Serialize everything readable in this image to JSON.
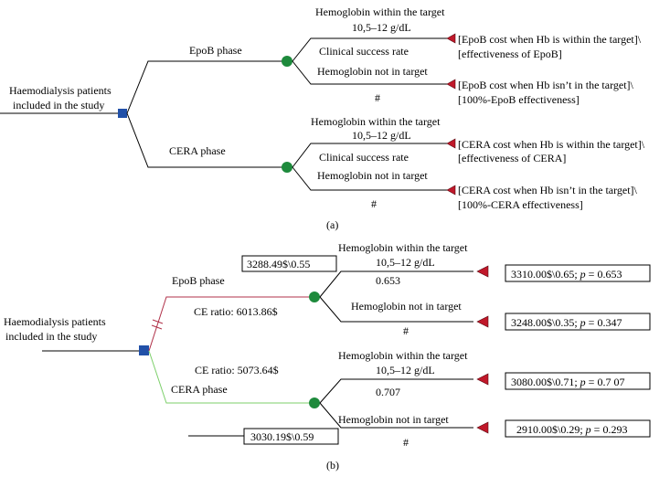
{
  "panel_a": {
    "root_label": [
      "Haemodialysis patients",
      "included in the study"
    ],
    "branch_top": "EpoB phase",
    "branch_bottom": "CERA phase",
    "epob": {
      "upper_label": "Hemoglobin within the target",
      "upper_range": "10,5–12 g/dL",
      "mid_label": "Clinical success rate",
      "lower_label": "Hemoglobin not in target",
      "lower_symbol": "#",
      "outcome_1": [
        "[EpoB cost when Hb is within the target]\\",
        "[effectiveness of EpoB]"
      ],
      "outcome_2": [
        "[EpoB cost when Hb isn’t in the target]\\",
        "[100%-EpoB effectiveness]"
      ]
    },
    "cera": {
      "upper_label": "Hemoglobin within the target",
      "upper_range": "10,5–12 g/dL",
      "mid_label": "Clinical success rate",
      "lower_label": "Hemoglobin not in target",
      "lower_symbol": "#",
      "outcome_1": [
        "[CERA cost when Hb is within the target]\\",
        "[effectiveness of CERA]"
      ],
      "outcome_2": [
        "[CERA cost when Hb isn’t in the target]\\",
        "[100%-CERA effectiveness]"
      ]
    },
    "caption": "(a)"
  },
  "panel_b": {
    "root_label": [
      "Haemodialysis patients",
      "included in the study"
    ],
    "branch_top": "EpoB phase",
    "branch_bottom": "CERA phase",
    "epob_box": "3288.49$\\0.55",
    "cera_box": "3030.19$\\0.59",
    "ce_ratio_epob": "CE ratio: 6013.86$",
    "ce_ratio_cera": "CE ratio: 5073.64$",
    "epob": {
      "upper_label": "Hemoglobin within the target",
      "upper_range": "10,5–12 g/dL",
      "prob": "0.653",
      "lower_label": "Hemoglobin not in target",
      "lower_symbol": "#",
      "outcome_1": {
        "text": "3310.00$\\0.65; ",
        "p_label": "p",
        "p_value": " = 0.653"
      },
      "outcome_2": {
        "text": "3248.00$\\0.35; ",
        "p_label": "p",
        "p_value": " = 0.347"
      }
    },
    "cera": {
      "upper_label": "Hemoglobin within the target",
      "upper_range": "10,5–12 g/dL",
      "prob": "0.707",
      "lower_label": "Hemoglobin not in target",
      "lower_symbol": "#",
      "outcome_1": {
        "text": "3080.00$\\0.71; ",
        "p_label": "p",
        "p_value": " = 0.7 07"
      },
      "outcome_2": {
        "text": "2910.00$\\0.29; ",
        "p_label": "p",
        "p_value": " = 0.293"
      }
    },
    "caption": "(b)"
  },
  "colors": {
    "decision_node": "#2150a8",
    "chance_node": "#1e8a3c",
    "terminal_node": "#c0182a",
    "epob_branch": "#b03048",
    "cera_branch": "#7ccf6a"
  }
}
